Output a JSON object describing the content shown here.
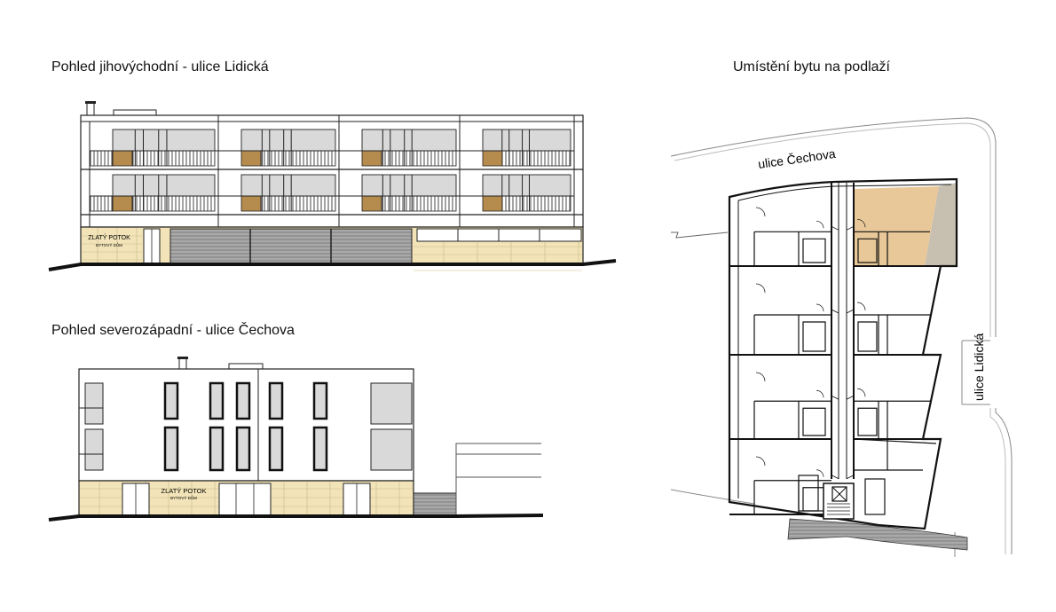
{
  "titles": {
    "southeast_view": "Pohled jihovýchodní - ulice Lidická",
    "northwest_view": "Pohled severozápadní - ulice Čechova",
    "floor_location": "Umístění bytu na podlaží"
  },
  "signage": {
    "name": "ZLATÝ POTOK",
    "subtitle": "BYTOVÝ DŮM"
  },
  "plan_labels": {
    "street_top": "ulice Čechova",
    "street_right": "ulice Lidická"
  },
  "colors": {
    "facade_beige": "#f2e4b8",
    "balcony_brown": "#b58b4e",
    "glass_gray": "#d9d9d9",
    "garage_gray": "#9a9a9a",
    "highlight_flat": "#e8c898",
    "terrace_gray": "#c7bfb0",
    "line": "#1a1a1a"
  }
}
